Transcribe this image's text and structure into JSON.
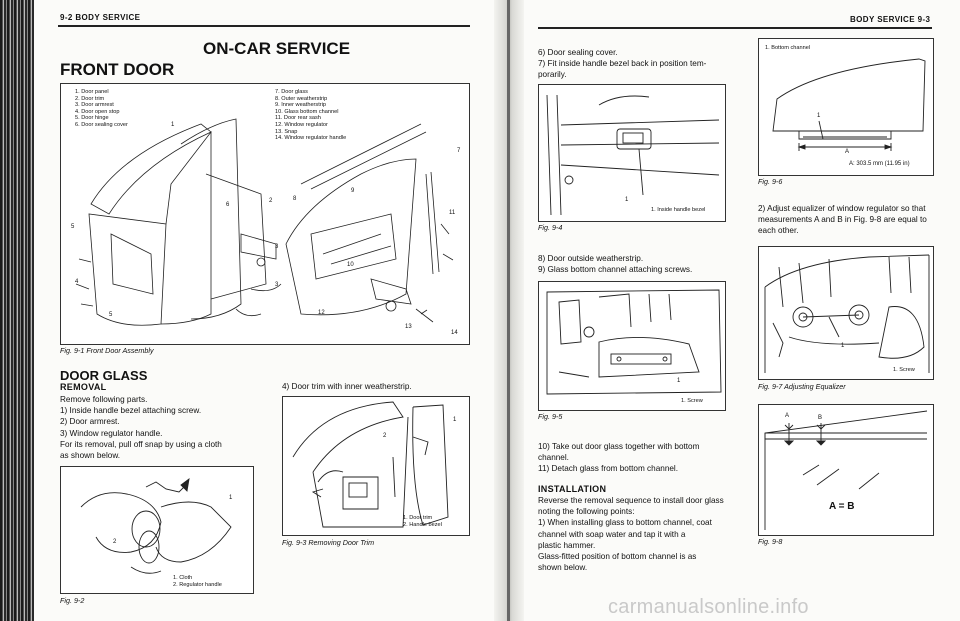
{
  "left_page": {
    "header": "9-2 BODY SERVICE",
    "section_title": "ON-CAR SERVICE",
    "subsection_title": "FRONT DOOR",
    "fig1": {
      "legend_left": [
        "1. Door panel",
        "2. Door trim",
        "3. Door armrest",
        "4. Door open stop",
        "5. Door hinge",
        "6. Door sealing cover"
      ],
      "legend_right": [
        "7. Door glass",
        "8. Outer weatherstrip",
        "9. Inner weatherstrip",
        "10. Glass bottom channel",
        "11. Door rear sash",
        "12. Window regulator",
        "13. Snap",
        "14. Window regulator handle"
      ],
      "callouts": [
        "1",
        "2",
        "3",
        "3",
        "4",
        "5",
        "5",
        "6",
        "7",
        "8",
        "9",
        "10",
        "11",
        "12",
        "13",
        "14"
      ],
      "caption": "Fig. 9-1  Front Door Assembly"
    },
    "door_glass_title": "DOOR GLASS",
    "removal_title": "REMOVAL",
    "removal_lines": [
      "Remove following parts.",
      "1) Inside handle bezel attaching screw.",
      "2) Door armrest.",
      "3) Window regulator handle.",
      "    For its removal, pull off snap by using a cloth",
      "    as shown below."
    ],
    "fig2": {
      "legend": [
        "1. Cloth",
        "2. Regulator handle"
      ],
      "callouts": [
        "1",
        "2"
      ],
      "caption": "Fig. 9-2"
    },
    "step4": "4) Door trim with inner weatherstrip.",
    "fig3": {
      "legend": [
        "1. Door trim",
        "2. Handle bezel"
      ],
      "callouts": [
        "1",
        "2"
      ],
      "caption": "Fig. 9-3  Removing Door Trim"
    }
  },
  "right_page": {
    "header": "BODY SERVICE 9-3",
    "col1_lines_a": [
      "6) Door sealing cover.",
      "7) Fit inside handle bezel back in position tem-",
      "    porarily."
    ],
    "fig4": {
      "legend": [
        "1. Inside handle bezel"
      ],
      "callouts": [
        "1"
      ],
      "caption": "Fig. 9-4"
    },
    "col1_lines_b": [
      "8) Door outside weatherstrip.",
      "9) Glass bottom channel attaching screws."
    ],
    "fig5": {
      "legend": [
        "1. Screw"
      ],
      "callouts": [
        "1"
      ],
      "caption": "Fig. 9-5"
    },
    "col1_lines_c": [
      "10) Take out door glass together with bottom",
      "      channel.",
      "11) Detach glass from bottom channel."
    ],
    "installation_title": "INSTALLATION",
    "installation_lines": [
      "Reverse the removal sequence to install door glass",
      "noting the following points:",
      "1) When installing glass to bottom channel, coat",
      "    channel with soap water and tap it with a",
      "    plastic hammer.",
      "    Glass-fitted position of bottom channel is as",
      "    shown below."
    ],
    "fig6": {
      "legend": [
        "1. Bottom channel"
      ],
      "callouts": [
        "1",
        "A"
      ],
      "dimension": "A: 303.5 mm (11.95 in)",
      "caption": "Fig. 9-6"
    },
    "step2_lines": [
      "2) Adjust equalizer of window regulator so that",
      "    measurements A and B in Fig. 9-8 are equal to",
      "    each other."
    ],
    "fig7": {
      "legend": [
        "1. Screw"
      ],
      "callouts": [
        "1"
      ],
      "caption": "Fig. 9-7  Adjusting Equalizer"
    },
    "fig8": {
      "callouts": [
        "A",
        "B"
      ],
      "equation": "A = B",
      "caption": "Fig. 9-8"
    }
  },
  "watermark": "carmanualsonline.info"
}
